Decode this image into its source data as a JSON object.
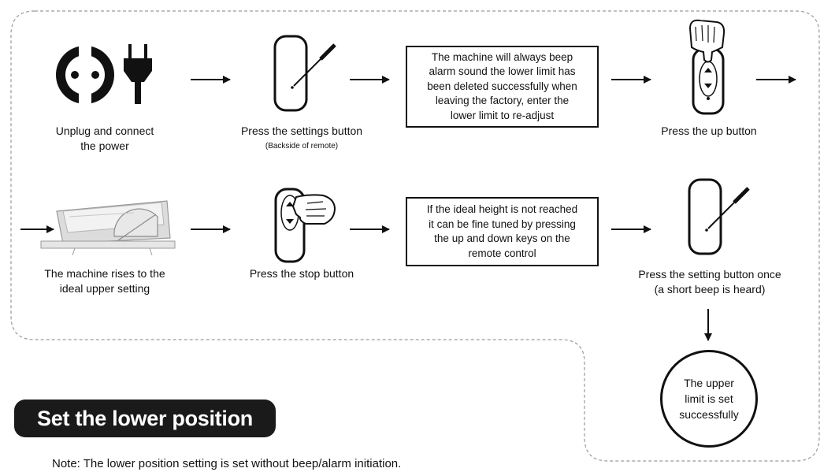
{
  "row1": {
    "step_power": {
      "lines": [
        "Unplug and connect",
        "the power"
      ]
    },
    "step_settings": {
      "lines": [
        "Press the settings button"
      ],
      "sub": "(Backside of remote)"
    },
    "info_box": {
      "lines": [
        "The machine will always beep",
        "alarm sound the lower limit has",
        "been deleted successfully when",
        "leaving the factory, enter the",
        "lower limit to re-adjust"
      ]
    },
    "step_up": {
      "lines": [
        "Press the up button"
      ]
    }
  },
  "row2": {
    "step_rises": {
      "lines": [
        "The machine rises to the",
        "ideal upper setting"
      ]
    },
    "step_stop": {
      "lines": [
        "Press the stop button"
      ]
    },
    "info_box": {
      "lines": [
        "If the ideal height is not reached",
        "it can be fine tuned by pressing",
        "the up and down keys on the",
        "remote control"
      ]
    },
    "step_setting_once": {
      "lines": [
        "Press the setting button once",
        "(a short beep is heard)"
      ]
    }
  },
  "result": {
    "lines": [
      "The upper",
      "limit is set",
      "successfully"
    ]
  },
  "section": {
    "title": "Set the lower position",
    "note": "Note: The lower position setting is set without beep/alarm initiation."
  },
  "colors": {
    "ink": "#111111",
    "section_bg": "#1a1a1a",
    "dash": "#9a9a9a",
    "machine": "#dcdcdc"
  }
}
